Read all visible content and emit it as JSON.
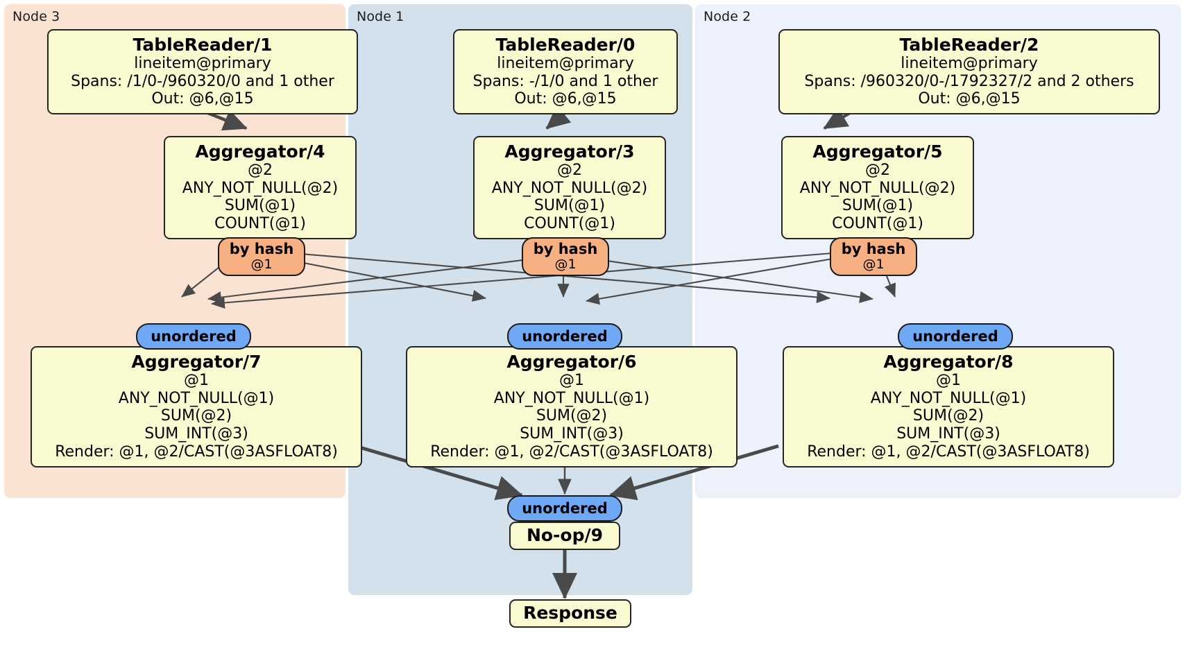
{
  "diagram": {
    "type": "distributed-query-plan",
    "colors": {
      "node3_panel": "#fbe3d4",
      "node1_panel": "#d3e1ec",
      "node2_panel": "#ecf1fb",
      "processor_fill": "#fbfbd2",
      "processor_border": "#252525",
      "hash_router_fill": "#f7b081",
      "unordered_sync_fill": "#6fa8f5",
      "edge_thin": "#4a4a4a",
      "edge_thick": "#4a4a4a"
    }
  },
  "panels": [
    {
      "id": "node3",
      "label": "Node 3"
    },
    {
      "id": "node1",
      "label": "Node 1"
    },
    {
      "id": "node2",
      "label": "Node 2"
    }
  ],
  "processors": {
    "table_reader_1": {
      "title": "TableReader/1",
      "lines": [
        "lineitem@primary",
        "Spans: /1/0-/960320/0 and 1 other",
        "Out: @6,@15"
      ]
    },
    "table_reader_0": {
      "title": "TableReader/0",
      "lines": [
        "lineitem@primary",
        "Spans: -/1/0 and 1 other",
        "Out: @6,@15"
      ]
    },
    "table_reader_2": {
      "title": "TableReader/2",
      "lines": [
        "lineitem@primary",
        "Spans: /960320/0-/1792327/2 and 2 others",
        "Out: @6,@15"
      ]
    },
    "aggregator_4": {
      "title": "Aggregator/4",
      "lines": [
        "@2",
        "ANY_NOT_NULL(@2)",
        "SUM(@1)",
        "COUNT(@1)"
      ]
    },
    "aggregator_3": {
      "title": "Aggregator/3",
      "lines": [
        "@2",
        "ANY_NOT_NULL(@2)",
        "SUM(@1)",
        "COUNT(@1)"
      ]
    },
    "aggregator_5": {
      "title": "Aggregator/5",
      "lines": [
        "@2",
        "ANY_NOT_NULL(@2)",
        "SUM(@1)",
        "COUNT(@1)"
      ]
    },
    "aggregator_7": {
      "title": "Aggregator/7",
      "lines": [
        "@1",
        "ANY_NOT_NULL(@1)",
        "SUM(@2)",
        "SUM_INT(@3)",
        "Render: @1, @2/CAST(@3ASFLOAT8)"
      ]
    },
    "aggregator_6": {
      "title": "Aggregator/6",
      "lines": [
        "@1",
        "ANY_NOT_NULL(@1)",
        "SUM(@2)",
        "SUM_INT(@3)",
        "Render: @1, @2/CAST(@3ASFLOAT8)"
      ]
    },
    "aggregator_8": {
      "title": "Aggregator/8",
      "lines": [
        "@1",
        "ANY_NOT_NULL(@1)",
        "SUM(@2)",
        "SUM_INT(@3)",
        "Render: @1, @2/CAST(@3ASFLOAT8)"
      ]
    },
    "no_op_9": {
      "title": "No-op/9",
      "lines": []
    },
    "response": {
      "title": "Response",
      "lines": []
    }
  },
  "routers": {
    "hash_left": {
      "title": "by hash",
      "sub": "@1"
    },
    "hash_center": {
      "title": "by hash",
      "sub": "@1"
    },
    "hash_right": {
      "title": "by hash",
      "sub": "@1"
    },
    "unordered_left": {
      "title": "unordered"
    },
    "unordered_center": {
      "title": "unordered"
    },
    "unordered_right": {
      "title": "unordered"
    },
    "unordered_final": {
      "title": "unordered"
    }
  }
}
